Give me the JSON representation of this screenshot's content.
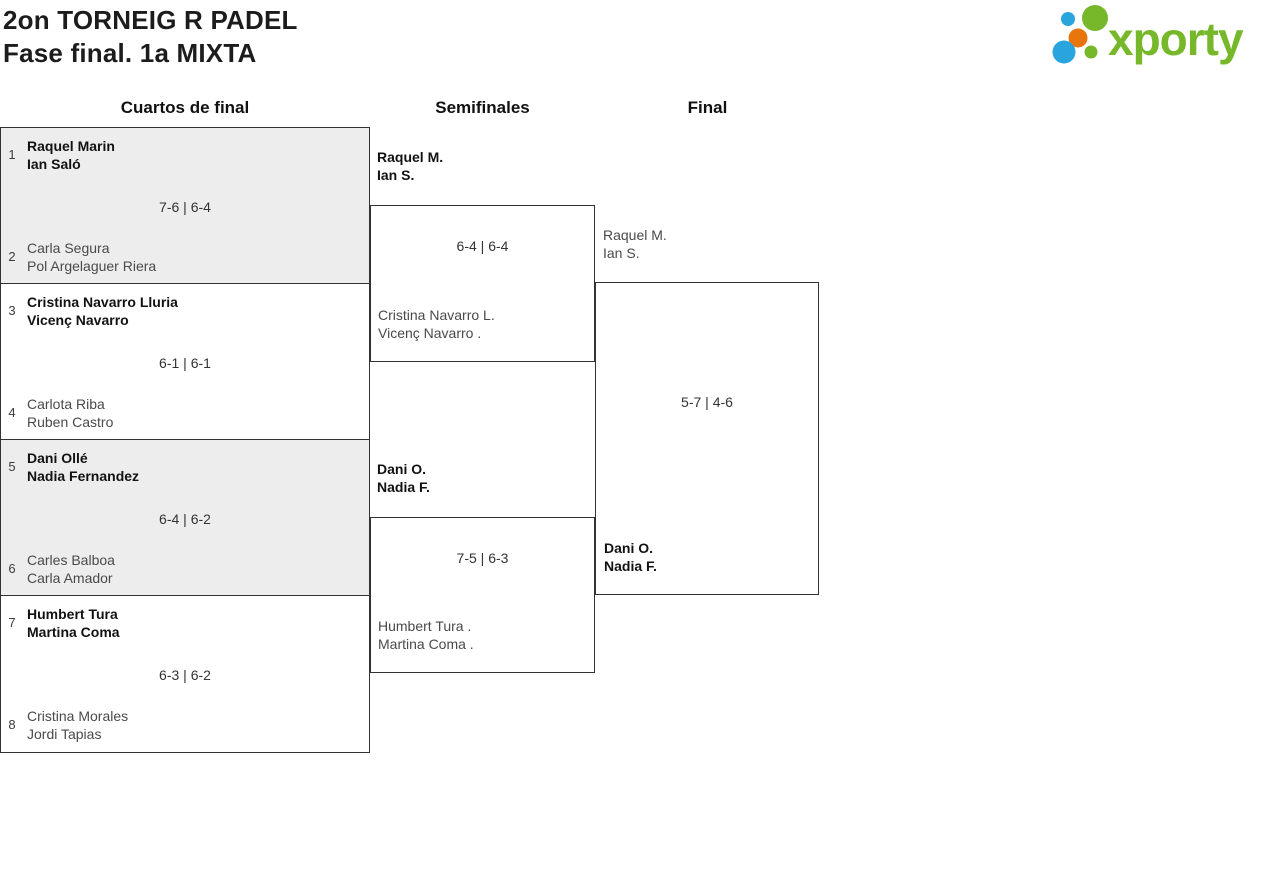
{
  "header": {
    "title_line1": "2on TORNEIG R PADEL",
    "title_line2": "Fase final. 1a MIXTA"
  },
  "logo": {
    "brand": "xporty",
    "green": "#76b82a",
    "blue": "#2aa4dc",
    "orange": "#e8760d"
  },
  "round_headers": {
    "quarterfinals": "Cuartos de final",
    "semifinals": "Semifinales",
    "final": "Final"
  },
  "quarterfinals": [
    {
      "seed_top": "1",
      "top_line1": "Raquel Marin",
      "top_line2": "Ian Saló",
      "score": "7-6 | 6-4",
      "seed_bottom": "2",
      "bottom_line1": "Carla Segura",
      "bottom_line2": "Pol Argelaguer Riera"
    },
    {
      "seed_top": "3",
      "top_line1": "Cristina Navarro Lluria",
      "top_line2": "Vicenç Navarro",
      "score": "6-1 | 6-1",
      "seed_bottom": "4",
      "bottom_line1": "Carlota Riba",
      "bottom_line2": "Ruben Castro"
    },
    {
      "seed_top": "5",
      "top_line1": "Dani Ollé",
      "top_line2": "Nadia Fernandez",
      "score": "6-4 | 6-2",
      "seed_bottom": "6",
      "bottom_line1": "Carles Balboa",
      "bottom_line2": "Carla Amador"
    },
    {
      "seed_top": "7",
      "top_line1": "Humbert Tura",
      "top_line2": "Martina Coma",
      "score": "6-3 | 6-2",
      "seed_bottom": "8",
      "bottom_line1": "Cristina Morales",
      "bottom_line2": "Jordi Tapias"
    }
  ],
  "semifinals": [
    {
      "top_line1": "Raquel M.",
      "top_line2": "Ian S.",
      "score": "6-4 | 6-4",
      "bottom_line1": "Cristina Navarro L.",
      "bottom_line2": "Vicenç Navarro ."
    },
    {
      "top_line1": "Dani O.",
      "top_line2": "Nadia F.",
      "score": "7-5 | 6-3",
      "bottom_line1": "Humbert Tura .",
      "bottom_line2": "Martina Coma ."
    }
  ],
  "final": {
    "top_line1": "Raquel M.",
    "top_line2": "Ian S.",
    "score": "5-7 | 4-6",
    "bottom_line1": "Dani O.",
    "bottom_line2": "Nadia F."
  }
}
